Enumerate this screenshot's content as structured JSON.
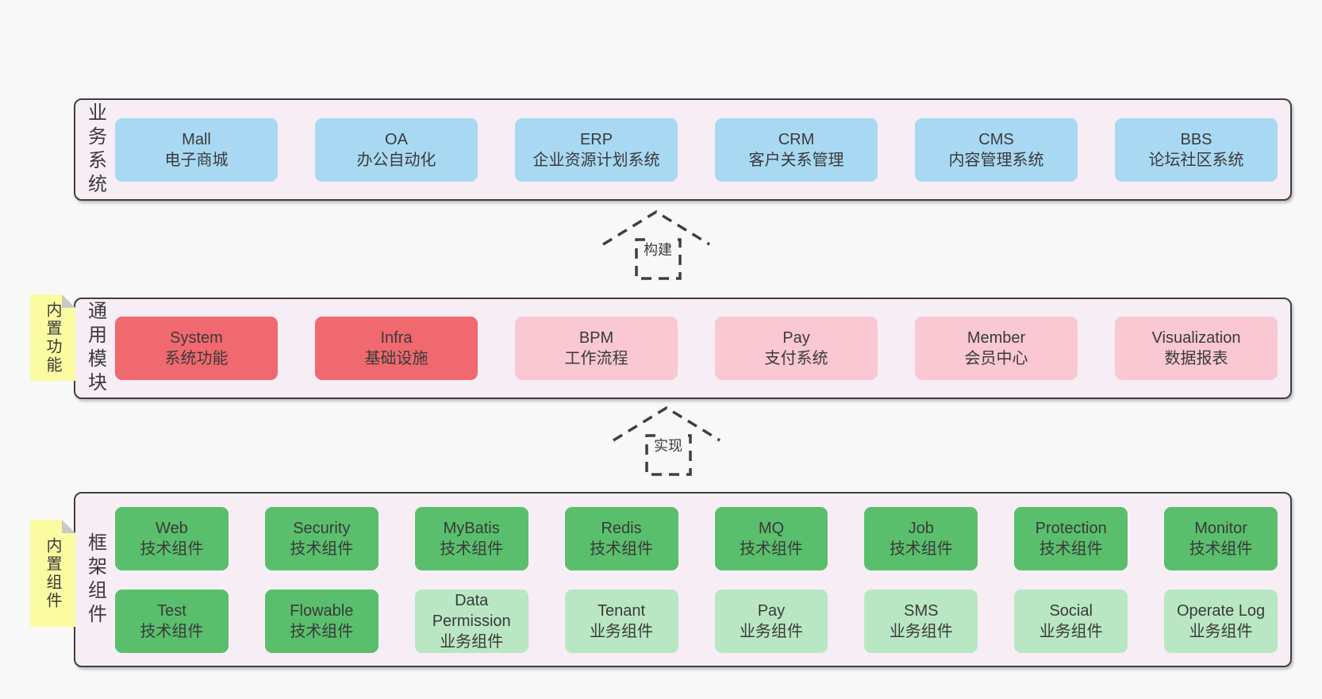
{
  "colors": {
    "page_bg": "#f8f8f8",
    "section_bg": "#f7edf5",
    "section_border": "#3f3f3f",
    "blue_box": "#a9d9f2",
    "red_box": "#f0696e",
    "pink_box": "#f9c8d2",
    "green_box": "#5abf6c",
    "lightgreen_box": "#b9e7c3",
    "sticky_note": "#fbfba1",
    "text": "#3a3a3a"
  },
  "arrows": {
    "build": "构建",
    "implement": "实现"
  },
  "sections": {
    "business": {
      "label": "业务系统",
      "boxes": [
        {
          "name": "Mall",
          "desc": "电子商城"
        },
        {
          "name": "OA",
          "desc": "办公自动化"
        },
        {
          "name": "ERP",
          "desc": "企业资源计划系统"
        },
        {
          "name": "CRM",
          "desc": "客户关系管理"
        },
        {
          "name": "CMS",
          "desc": "内容管理系统"
        },
        {
          "name": "BBS",
          "desc": "论坛社区系统"
        }
      ]
    },
    "modules": {
      "label": "通用模块",
      "note": "内置功能",
      "boxes": [
        {
          "name": "System",
          "desc": "系统功能"
        },
        {
          "name": "Infra",
          "desc": "基础设施"
        },
        {
          "name": "BPM",
          "desc": "工作流程"
        },
        {
          "name": "Pay",
          "desc": "支付系统"
        },
        {
          "name": "Member",
          "desc": "会员中心"
        },
        {
          "name": "Visualization",
          "desc": "数据报表"
        }
      ]
    },
    "components": {
      "label": "框架组件",
      "note": "内置组件",
      "row1": [
        {
          "name": "Web",
          "desc": "技术组件"
        },
        {
          "name": "Security",
          "desc": "技术组件"
        },
        {
          "name": "MyBatis",
          "desc": "技术组件"
        },
        {
          "name": "Redis",
          "desc": "技术组件"
        },
        {
          "name": "MQ",
          "desc": "技术组件"
        },
        {
          "name": "Job",
          "desc": "技术组件"
        },
        {
          "name": "Protection",
          "desc": "技术组件"
        },
        {
          "name": "Monitor",
          "desc": "技术组件"
        }
      ],
      "row2": [
        {
          "name": "Test",
          "desc": "技术组件"
        },
        {
          "name": "Flowable",
          "desc": "技术组件"
        },
        {
          "name": "Data Permission",
          "desc": "业务组件"
        },
        {
          "name": "Tenant",
          "desc": "业务组件"
        },
        {
          "name": "Pay",
          "desc": "业务组件"
        },
        {
          "name": "SMS",
          "desc": "业务组件"
        },
        {
          "name": "Social",
          "desc": "业务组件"
        },
        {
          "name": "Operate Log",
          "desc": "业务组件"
        }
      ]
    }
  }
}
